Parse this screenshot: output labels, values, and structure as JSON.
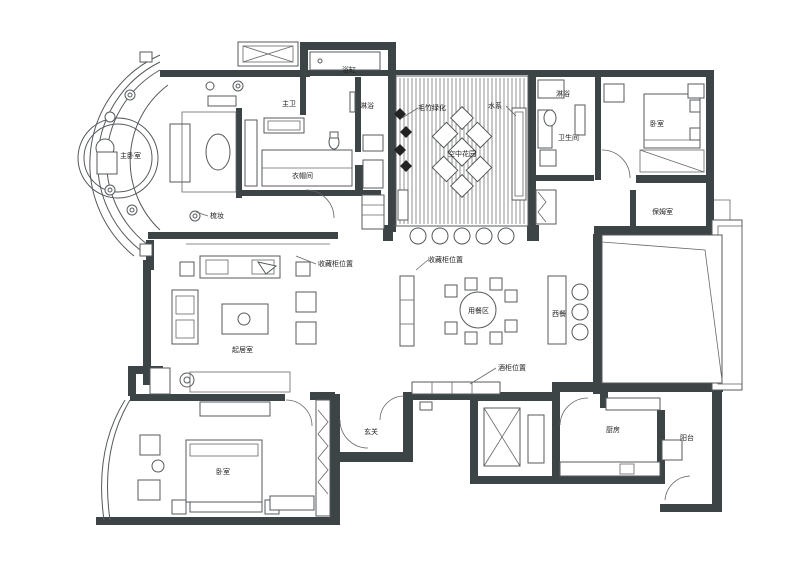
{
  "labels": {
    "master_bedroom": "主卧室",
    "master_bath": "主卫",
    "bathtub": "浴缸",
    "shower_1": "淋浴",
    "walk_in_closet": "衣帽间",
    "dressing": "梳妆",
    "bamboo_greening": "毛竹绿化",
    "water_feature": "水系",
    "sky_garden": "空中花园",
    "shower_2": "淋浴",
    "restroom": "卫生间",
    "bedroom_1": "卧室",
    "nanny_room": "保姆室",
    "storage_cabinet_1": "收藏柜位置",
    "storage_cabinet_2": "收藏柜位置",
    "dining_area": "用餐区",
    "western_dining": "西餐",
    "living_room": "起居室",
    "wine_cabinet": "酒柜位置",
    "entrance": "玄关",
    "bedroom_2": "卧室",
    "kitchen": "厨房",
    "balcony": "阳台"
  }
}
